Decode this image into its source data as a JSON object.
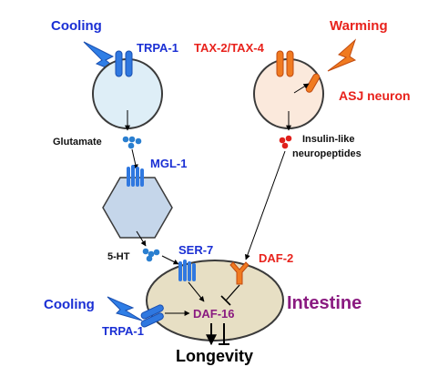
{
  "labels": {
    "cooling_top": "Cooling",
    "trpa1_top": "TRPA-1",
    "warming": "Warming",
    "tax": "TAX-2/TAX-4",
    "asj": "ASJ neuron",
    "glutamate": "Glutamate",
    "insulin_line1": "Insulin-like",
    "insulin_line2": "neuropeptides",
    "mgl1": "MGL-1",
    "five_ht": "5-HT",
    "ser7": "SER-7",
    "daf2": "DAF-2",
    "cooling_bottom": "Cooling",
    "trpa1_bottom": "TRPA-1",
    "daf16": "DAF-16",
    "intestine": "Intestine",
    "longevity": "Longevity"
  },
  "colors": {
    "blue_text": "#1a2fd4",
    "red_text": "#e8221c",
    "purple_text": "#8a1a80",
    "channel_blue": "#2f78e0",
    "channel_orange": "#f07a20",
    "cell_blue": "#deeef7",
    "cell_orange": "#fbe9dc",
    "hexagon": "#c5d6ea",
    "intestine_fill": "#e7dfc4",
    "daf2_orange": "#f07a20",
    "dot_blue": "#2a7fd0",
    "dot_red": "#e0201c"
  }
}
